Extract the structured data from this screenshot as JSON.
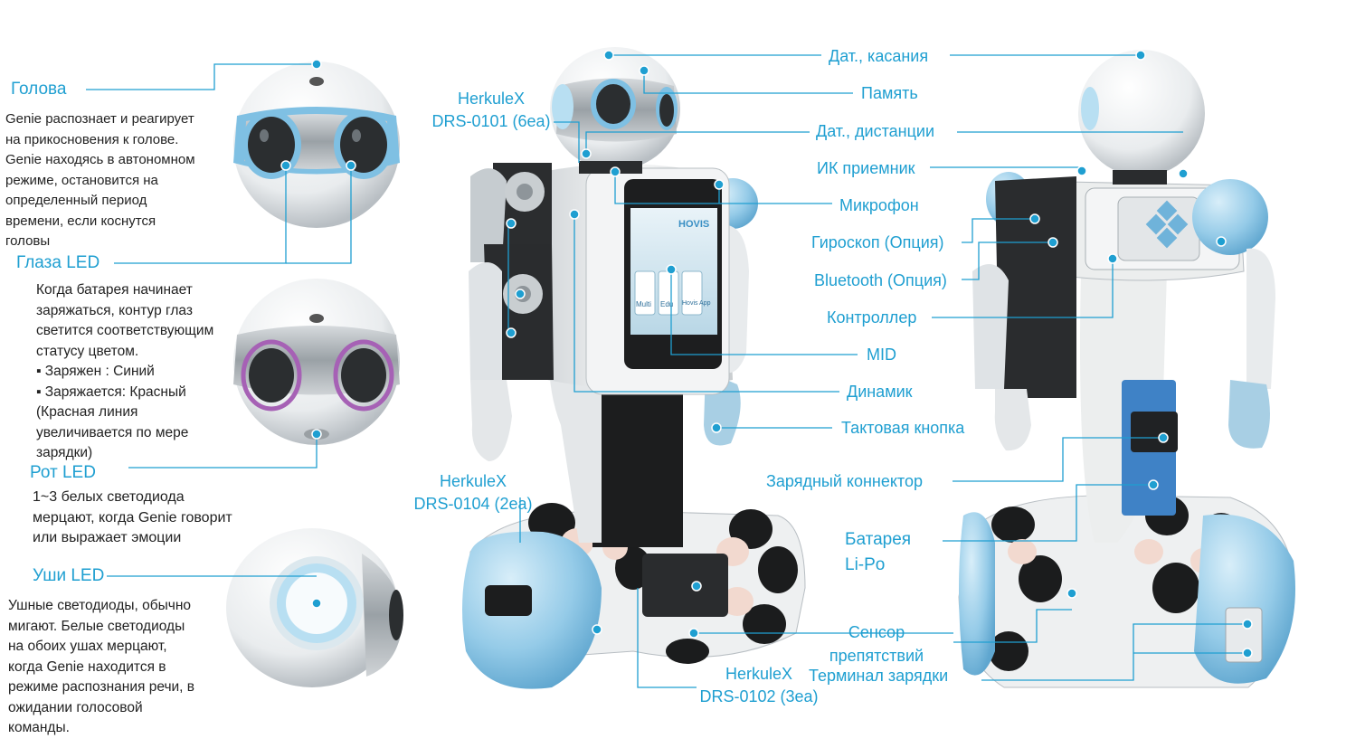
{
  "colors": {
    "accent": "#1f9fd1",
    "text": "#222222",
    "robot_blue": "#8fc7e6",
    "robot_white": "#eef0f1"
  },
  "left": {
    "head": {
      "title": "Голова",
      "desc": [
        "Genie распознает и реагирует",
        "на прикосновения к голове.",
        "Genie находясь в автономном",
        " режиме, остановится на",
        "определенный период",
        "времени, если коснутся",
        "головы"
      ]
    },
    "eyes": {
      "title": "Глаза LED",
      "desc": [
        "Когда батарея начинает",
        "заряжаться, контур глаз",
        "светится соответствующим",
        "статусу цветом.",
        "▪ Заряжен : Синий",
        "▪ Заряжается: Красный",
        "(Красная линия",
        "увеличивается по мере",
        "зарядки)"
      ]
    },
    "mouth": {
      "title": "Рот LED",
      "desc": [
        "1~3 белых светодиода",
        "мерцают, когда Genie  говорит",
        "или выражает эмоции"
      ]
    },
    "ears": {
      "title": "Уши LED",
      "desc": [
        "Ушные светодиоды, обычно",
        "мигают. Белые светодиоды",
        "на обоих ушах  мерцают,",
        "когда Genie находится в",
        "режиме распознания речи, в",
        "ожидании голосовой",
        "команды."
      ]
    }
  },
  "servo_labels": {
    "drs0101": [
      "HerkuleX",
      "DRS-0101 (6ea)"
    ],
    "drs0104": [
      "HerkuleX",
      "DRS-0104 (2ea)"
    ],
    "drs0102": [
      "HerkuleX",
      "DRS-0102 (3ea)"
    ]
  },
  "center_labels": {
    "touch": "Дат., касания",
    "memory": "Память",
    "distance": "Дат., дистанции",
    "ir": "ИК приемник",
    "mic": "Микрофон",
    "gyro": "Гироскоп (Опция)",
    "bluetooth": "Bluetooth (Опция)",
    "controller": "Контроллер",
    "mid": "MID",
    "speaker": "Динамик",
    "tact": "Тактовая кнопка",
    "charge_conn": "Зарядный коннектор",
    "battery": [
      "Батарея",
      "Li-Po"
    ],
    "obstacle": [
      "Сенсор",
      "препятствий"
    ],
    "charge_term": "Терминал зарядки"
  },
  "screen": {
    "brand": "HOVIS",
    "apps": [
      "Multi",
      "Edu",
      "Hovis App"
    ]
  }
}
